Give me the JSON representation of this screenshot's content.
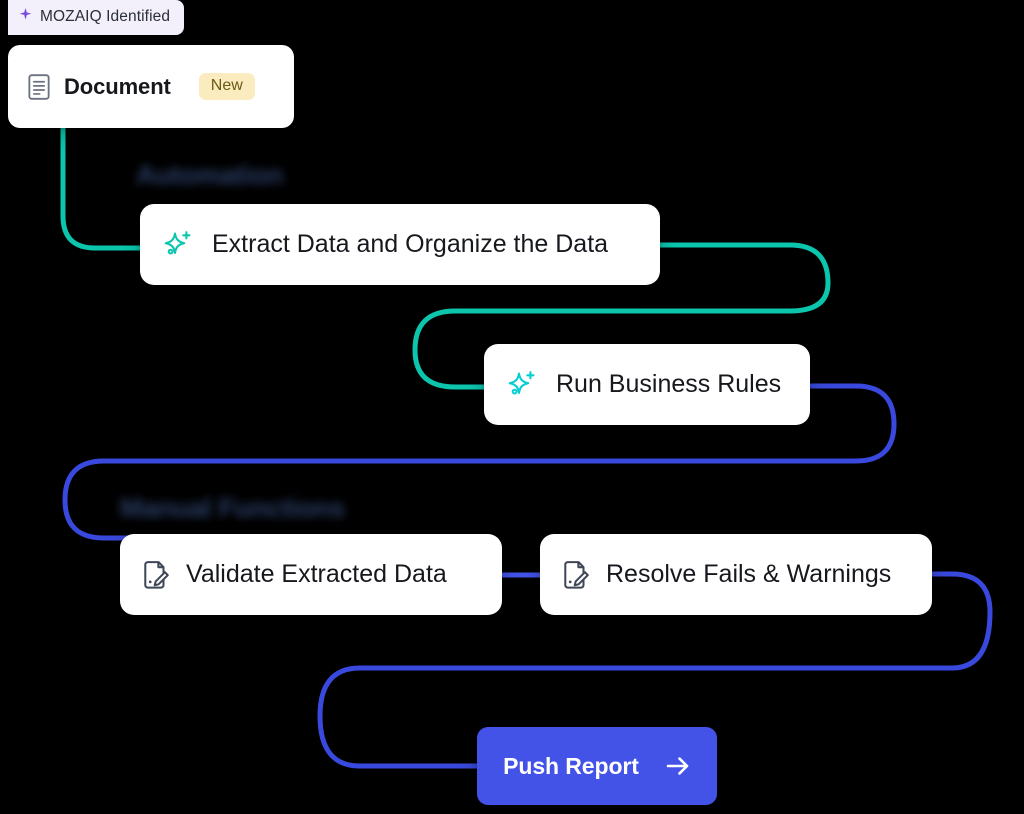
{
  "badge": {
    "icon": "sparkle-four-point-icon",
    "label": "MOZAIQ Identified",
    "background": "#f3effb",
    "icon_color": "#7c4ddb"
  },
  "document_card": {
    "icon": "document-lines-icon",
    "label": "Document",
    "tag": "New",
    "tag_background": "#fbecbf",
    "tag_color": "#6b5a12"
  },
  "sections": [
    {
      "id": "automation",
      "label": "Automation",
      "accent": "#0bc5ad"
    },
    {
      "id": "manual",
      "label": "Manual Functions",
      "accent": "#3a49dd"
    }
  ],
  "steps": [
    {
      "id": "extract",
      "label": "Extract Data and Organize the Data",
      "icon": "sparkle-ai-icon",
      "icon_color": "#0bc5ad",
      "group": "automation"
    },
    {
      "id": "rules",
      "label": "Run Business Rules",
      "icon": "sparkle-ai-icon",
      "icon_color": "#06cfd4",
      "group": "automation"
    },
    {
      "id": "validate",
      "label": "Validate Extracted Data",
      "icon": "document-pencil-icon",
      "icon_color": "#3f4757",
      "group": "manual"
    },
    {
      "id": "resolve",
      "label": "Resolve Fails & Warnings",
      "icon": "document-pencil-icon",
      "icon_color": "#3f4757",
      "group": "manual"
    }
  ],
  "action": {
    "label": "Push Report",
    "icon": "arrow-right-icon",
    "background": "#4353e8",
    "text_color": "#ffffff"
  },
  "connectors": {
    "automation_color": "#0bc5ad",
    "manual_color": "#3a49dd",
    "stroke_width": 5
  }
}
